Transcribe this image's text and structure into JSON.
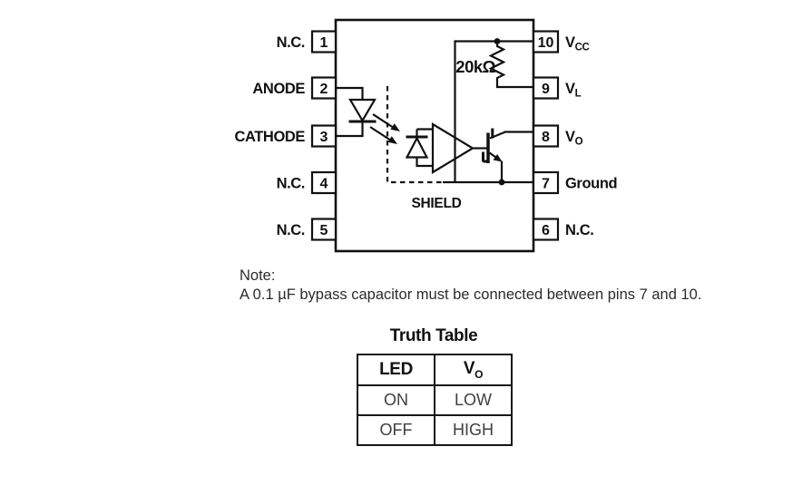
{
  "diagram": {
    "left_pins": [
      {
        "num": "1",
        "label": "N.C."
      },
      {
        "num": "2",
        "label": "ANODE"
      },
      {
        "num": "3",
        "label": "CATHODE"
      },
      {
        "num": "4",
        "label": "N.C."
      },
      {
        "num": "5",
        "label": "N.C."
      }
    ],
    "right_pins": [
      {
        "num": "10",
        "label": "V",
        "sub": "CC"
      },
      {
        "num": "9",
        "label": "V",
        "sub": "L"
      },
      {
        "num": "8",
        "label": "V",
        "sub": "O"
      },
      {
        "num": "7",
        "label": "Ground",
        "sub": ""
      },
      {
        "num": "6",
        "label": "N.C.",
        "sub": ""
      }
    ],
    "resistor_label": "20kΩ",
    "shield_label": "SHIELD"
  },
  "note": {
    "heading": "Note:",
    "body": "A 0.1 µF bypass capacitor must be connected between pins 7 and 10."
  },
  "truth_table": {
    "title": "Truth Table",
    "header": {
      "col1": "LED",
      "col2_main": "V",
      "col2_sub": "O"
    },
    "rows": [
      {
        "led": "ON",
        "vo": "LOW"
      },
      {
        "led": "OFF",
        "vo": "HIGH"
      }
    ]
  }
}
